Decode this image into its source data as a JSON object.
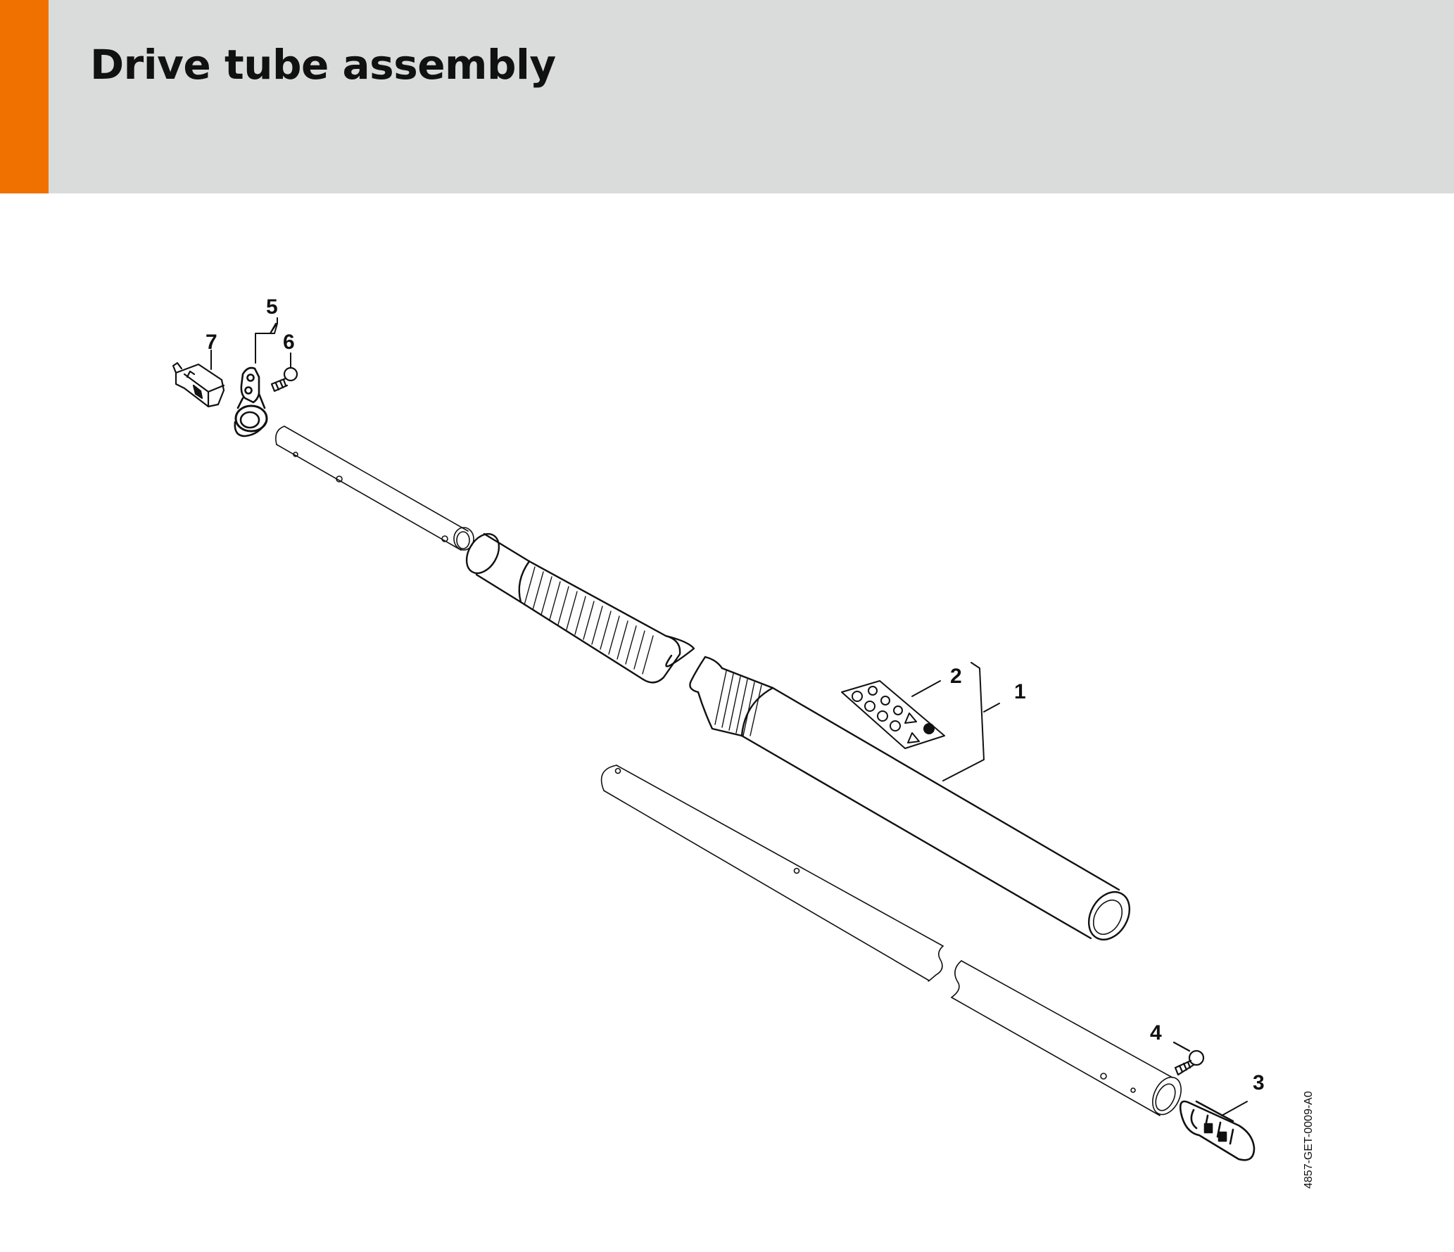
{
  "header": {
    "title": "Drive tube assembly",
    "accent_color": "#f07000",
    "background_color": "#dadcdb"
  },
  "diagram": {
    "part_labels": {
      "p1": "1",
      "p2": "2",
      "p3": "3",
      "p4": "4",
      "p5": "5",
      "p6": "6",
      "p7": "7"
    },
    "reference_code": "4857-GET-0009-A0"
  }
}
